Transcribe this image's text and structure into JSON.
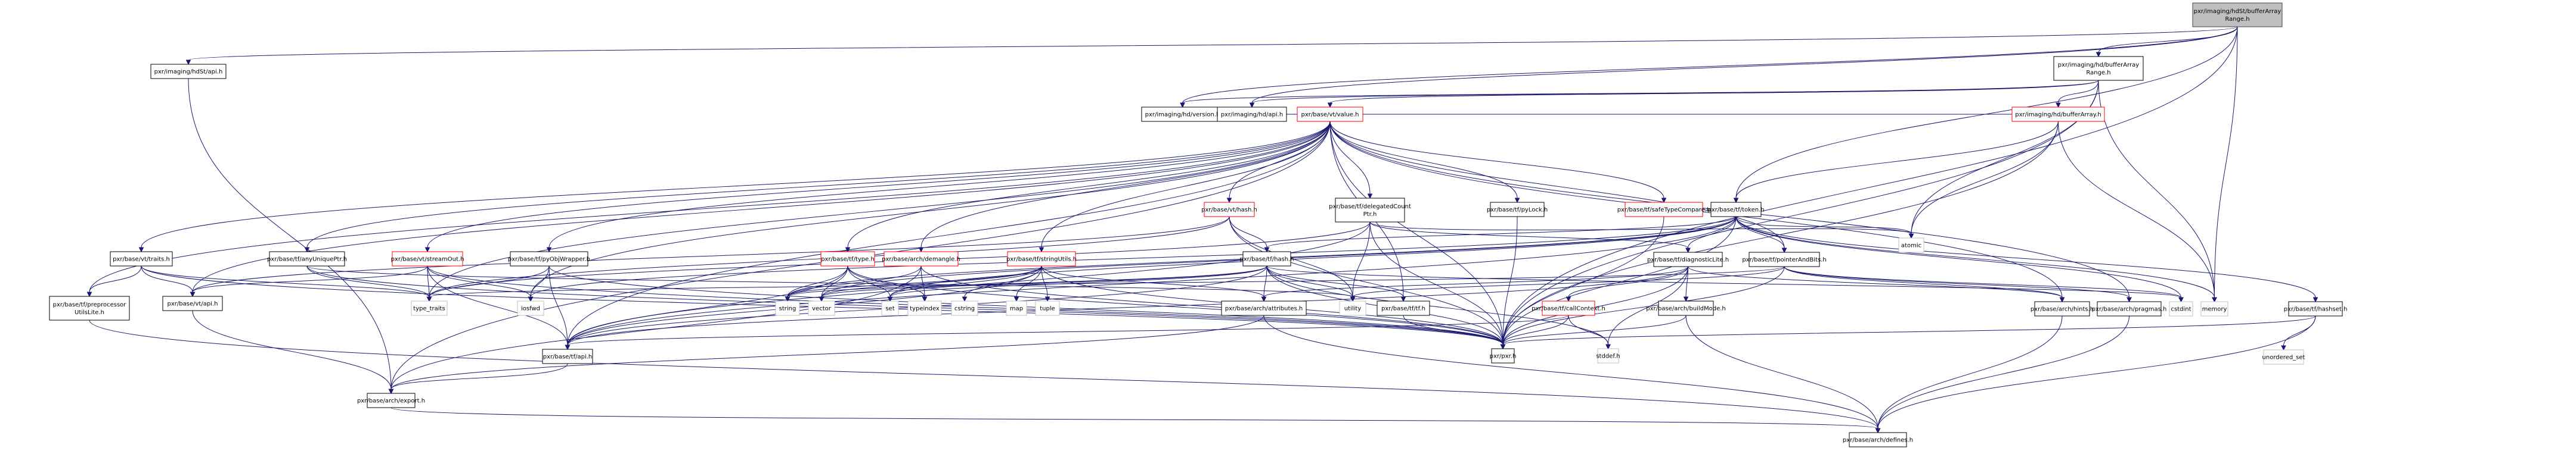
{
  "graph": {
    "title": "pxr/imaging/hdSt/bufferArrayRange.h include dependency graph",
    "edge_color": "#191970",
    "truncated_border_color": "#ff0000",
    "root_fill": "#bfbfbf",
    "nodes": [
      {
        "id": "root",
        "lines": [
          "pxr/imaging/hdSt/bufferArray",
          "Range.h"
        ],
        "kind": "root"
      },
      {
        "id": "hdst_api",
        "lines": [
          "pxr/imaging/hdSt/api.h"
        ],
        "kind": "normal"
      },
      {
        "id": "hd_bar",
        "lines": [
          "pxr/imaging/hd/bufferArray",
          "Range.h"
        ],
        "kind": "normal"
      },
      {
        "id": "hd_ba",
        "lines": [
          "pxr/imaging/hd/bufferArray.h"
        ],
        "kind": "truncated"
      },
      {
        "id": "hd_version",
        "lines": [
          "pxr/imaging/hd/version.h"
        ],
        "kind": "normal"
      },
      {
        "id": "hd_api",
        "lines": [
          "pxr/imaging/hd/api.h"
        ],
        "kind": "normal"
      },
      {
        "id": "vt_value",
        "lines": [
          "pxr/base/vt/value.h"
        ],
        "kind": "truncated"
      },
      {
        "id": "tf_token",
        "lines": [
          "pxr/base/tf/token.h"
        ],
        "kind": "normal"
      },
      {
        "id": "vt_hash",
        "lines": [
          "pxr/base/vt/hash.h"
        ],
        "kind": "truncated"
      },
      {
        "id": "tf_dcp",
        "lines": [
          "pxr/base/tf/delegatedCount",
          "Ptr.h"
        ],
        "kind": "normal"
      },
      {
        "id": "tf_pylock",
        "lines": [
          "pxr/base/tf/pyLock.h"
        ],
        "kind": "normal"
      },
      {
        "id": "tf_stc",
        "lines": [
          "pxr/base/tf/safeTypeCompare.h"
        ],
        "kind": "truncated"
      },
      {
        "id": "atomic",
        "lines": [
          "atomic"
        ],
        "kind": "system"
      },
      {
        "id": "vt_traits",
        "lines": [
          "pxr/base/vt/traits.h"
        ],
        "kind": "normal"
      },
      {
        "id": "tf_aup",
        "lines": [
          "pxr/base/tf/anyUniquePtr.h"
        ],
        "kind": "normal"
      },
      {
        "id": "vt_streamout",
        "lines": [
          "pxr/base/vt/streamOut.h"
        ],
        "kind": "truncated"
      },
      {
        "id": "tf_pyobj",
        "lines": [
          "pxr/base/tf/pyObjWrapper.h"
        ],
        "kind": "normal"
      },
      {
        "id": "tf_type",
        "lines": [
          "pxr/base/tf/type.h"
        ],
        "kind": "truncated"
      },
      {
        "id": "arch_demangle",
        "lines": [
          "pxr/base/arch/demangle.h"
        ],
        "kind": "truncated"
      },
      {
        "id": "tf_stringutils",
        "lines": [
          "pxr/base/tf/stringUtils.h"
        ],
        "kind": "truncated"
      },
      {
        "id": "tf_hash",
        "lines": [
          "pxr/base/tf/hash.h"
        ],
        "kind": "normal"
      },
      {
        "id": "tf_diaglite",
        "lines": [
          "pxr/base/tf/diagnosticLite.h"
        ],
        "kind": "normal"
      },
      {
        "id": "tf_pab",
        "lines": [
          "pxr/base/tf/pointerAndBits.h"
        ],
        "kind": "normal"
      },
      {
        "id": "tf_ppul",
        "lines": [
          "pxr/base/tf/preprocessor",
          "UtilsLite.h"
        ],
        "kind": "normal"
      },
      {
        "id": "vt_api",
        "lines": [
          "pxr/base/vt/api.h"
        ],
        "kind": "normal"
      },
      {
        "id": "type_traits",
        "lines": [
          "type_traits"
        ],
        "kind": "system"
      },
      {
        "id": "iosfwd",
        "lines": [
          "iosfwd"
        ],
        "kind": "system"
      },
      {
        "id": "string",
        "lines": [
          "string"
        ],
        "kind": "system"
      },
      {
        "id": "vector",
        "lines": [
          "vector"
        ],
        "kind": "system"
      },
      {
        "id": "set",
        "lines": [
          "set"
        ],
        "kind": "system"
      },
      {
        "id": "typeindex",
        "lines": [
          "typeindex"
        ],
        "kind": "system"
      },
      {
        "id": "cstring",
        "lines": [
          "cstring"
        ],
        "kind": "system"
      },
      {
        "id": "map",
        "lines": [
          "map"
        ],
        "kind": "system"
      },
      {
        "id": "tuple",
        "lines": [
          "tuple"
        ],
        "kind": "system"
      },
      {
        "id": "arch_attr",
        "lines": [
          "pxr/base/arch/attributes.h"
        ],
        "kind": "normal"
      },
      {
        "id": "utility",
        "lines": [
          "utility"
        ],
        "kind": "system"
      },
      {
        "id": "tf_tf",
        "lines": [
          "pxr/base/tf/tf.h"
        ],
        "kind": "normal"
      },
      {
        "id": "tf_callctx",
        "lines": [
          "pxr/base/tf/callContext.h"
        ],
        "kind": "truncated"
      },
      {
        "id": "arch_buildmode",
        "lines": [
          "pxr/base/arch/buildMode.h"
        ],
        "kind": "normal"
      },
      {
        "id": "arch_hints",
        "lines": [
          "pxr/base/arch/hints.h"
        ],
        "kind": "normal"
      },
      {
        "id": "arch_pragmas",
        "lines": [
          "pxr/base/arch/pragmas.h"
        ],
        "kind": "normal"
      },
      {
        "id": "cstdint",
        "lines": [
          "cstdint"
        ],
        "kind": "system"
      },
      {
        "id": "memory",
        "lines": [
          "memory"
        ],
        "kind": "system"
      },
      {
        "id": "tf_hashset",
        "lines": [
          "pxr/base/tf/hashset.h"
        ],
        "kind": "normal"
      },
      {
        "id": "unordered_set",
        "lines": [
          "unordered_set"
        ],
        "kind": "system"
      },
      {
        "id": "tf_api",
        "lines": [
          "pxr/base/tf/api.h"
        ],
        "kind": "normal"
      },
      {
        "id": "pxr",
        "lines": [
          "pxr/pxr.h"
        ],
        "kind": "normal"
      },
      {
        "id": "stddef",
        "lines": [
          "stddef.h"
        ],
        "kind": "system"
      },
      {
        "id": "arch_export",
        "lines": [
          "pxr/base/arch/export.h"
        ],
        "kind": "normal"
      },
      {
        "id": "arch_defines",
        "lines": [
          "pxr/base/arch/defines.h"
        ],
        "kind": "normal"
      }
    ],
    "edges": [
      [
        "root",
        "hdst_api"
      ],
      [
        "root",
        "hd_bar"
      ],
      [
        "root",
        "hd_version"
      ],
      [
        "root",
        "hd_api"
      ],
      [
        "root",
        "tf_token"
      ],
      [
        "root",
        "memory"
      ],
      [
        "root",
        "pxr"
      ],
      [
        "hdst_api",
        "arch_export"
      ],
      [
        "hd_bar",
        "hd_ba"
      ],
      [
        "hd_bar",
        "hd_version"
      ],
      [
        "hd_bar",
        "hd_api"
      ],
      [
        "hd_bar",
        "vt_value"
      ],
      [
        "hd_bar",
        "pxr"
      ],
      [
        "hd_bar",
        "memory"
      ],
      [
        "hd_bar",
        "atomic"
      ],
      [
        "hd_ba",
        "hd_version"
      ],
      [
        "hd_ba",
        "hd_api"
      ],
      [
        "hd_ba",
        "vt_value"
      ],
      [
        "hd_ba",
        "tf_token"
      ],
      [
        "hd_ba",
        "memory"
      ],
      [
        "hd_ba",
        "atomic"
      ],
      [
        "hd_ba",
        "pxr"
      ],
      [
        "vt_value",
        "vt_hash"
      ],
      [
        "vt_value",
        "tf_dcp"
      ],
      [
        "vt_value",
        "tf_pylock"
      ],
      [
        "vt_value",
        "tf_stc"
      ],
      [
        "vt_value",
        "vt_traits"
      ],
      [
        "vt_value",
        "tf_aup"
      ],
      [
        "vt_value",
        "vt_streamout"
      ],
      [
        "vt_value",
        "tf_pyobj"
      ],
      [
        "vt_value",
        "tf_type"
      ],
      [
        "vt_value",
        "arch_demangle"
      ],
      [
        "vt_value",
        "tf_stringutils"
      ],
      [
        "vt_value",
        "tf_pab"
      ],
      [
        "vt_value",
        "vt_api"
      ],
      [
        "vt_value",
        "tf_ppul"
      ],
      [
        "vt_value",
        "type_traits"
      ],
      [
        "vt_value",
        "iosfwd"
      ],
      [
        "vt_value",
        "tf_tf"
      ],
      [
        "vt_value",
        "arch_hints"
      ],
      [
        "vt_value",
        "arch_pragmas"
      ],
      [
        "vt_value",
        "tf_api"
      ],
      [
        "vt_value",
        "arch_export"
      ],
      [
        "vt_value",
        "pxr"
      ],
      [
        "tf_token",
        "tf_diaglite"
      ],
      [
        "tf_token",
        "tf_pab"
      ],
      [
        "tf_token",
        "tf_hashset"
      ],
      [
        "tf_token",
        "atomic"
      ],
      [
        "tf_token",
        "string"
      ],
      [
        "tf_token",
        "vector"
      ],
      [
        "tf_token",
        "set"
      ],
      [
        "tf_token",
        "iosfwd"
      ],
      [
        "tf_token",
        "tf_hash"
      ],
      [
        "tf_token",
        "tf_api"
      ],
      [
        "tf_token",
        "pxr"
      ],
      [
        "tf_token",
        "memory"
      ],
      [
        "tf_token",
        "cstdint"
      ],
      [
        "vt_hash",
        "tf_hash"
      ],
      [
        "vt_hash",
        "vt_api"
      ],
      [
        "vt_hash",
        "type_traits"
      ],
      [
        "vt_hash",
        "utility"
      ],
      [
        "vt_hash",
        "pxr"
      ],
      [
        "tf_dcp",
        "tf_diaglite"
      ],
      [
        "tf_dcp",
        "utility"
      ],
      [
        "tf_dcp",
        "tf_api"
      ],
      [
        "tf_dcp",
        "pxr"
      ],
      [
        "tf_dcp",
        "atomic"
      ],
      [
        "tf_dcp",
        "type_traits"
      ],
      [
        "tf_pylock",
        "pxr"
      ],
      [
        "tf_stc",
        "pxr"
      ],
      [
        "vt_traits",
        "tf_ppul"
      ],
      [
        "vt_traits",
        "vt_api"
      ],
      [
        "vt_traits",
        "type_traits"
      ],
      [
        "vt_traits",
        "pxr"
      ],
      [
        "tf_aup",
        "type_traits"
      ],
      [
        "tf_aup",
        "utility"
      ],
      [
        "tf_aup",
        "pxr"
      ],
      [
        "vt_streamout",
        "vt_api"
      ],
      [
        "vt_streamout",
        "type_traits"
      ],
      [
        "vt_streamout",
        "iosfwd"
      ],
      [
        "vt_streamout",
        "tf_api"
      ],
      [
        "vt_streamout",
        "pxr"
      ],
      [
        "tf_pyobj",
        "type_traits"
      ],
      [
        "tf_pyobj",
        "iosfwd"
      ],
      [
        "tf_pyobj",
        "tf_api"
      ],
      [
        "tf_pyobj",
        "pxr"
      ],
      [
        "tf_type",
        "string"
      ],
      [
        "tf_type",
        "vector"
      ],
      [
        "tf_type",
        "set"
      ],
      [
        "tf_type",
        "typeindex"
      ],
      [
        "tf_type",
        "tf_api"
      ],
      [
        "tf_type",
        "pxr"
      ],
      [
        "arch_demangle",
        "typeindex"
      ],
      [
        "arch_demangle",
        "string"
      ],
      [
        "arch_demangle",
        "arch_export"
      ],
      [
        "arch_demangle",
        "pxr"
      ],
      [
        "tf_stringutils",
        "cstring"
      ],
      [
        "tf_stringutils",
        "map"
      ],
      [
        "tf_stringutils",
        "tuple"
      ],
      [
        "tf_stringutils",
        "set"
      ],
      [
        "tf_stringutils",
        "string"
      ],
      [
        "tf_stringutils",
        "vector"
      ],
      [
        "tf_stringutils",
        "arch_attr"
      ],
      [
        "tf_stringutils",
        "tf_api"
      ],
      [
        "tf_stringutils",
        "pxr"
      ],
      [
        "tf_hash",
        "arch_attr"
      ],
      [
        "tf_hash",
        "utility"
      ],
      [
        "tf_hash",
        "tf_tf"
      ],
      [
        "tf_hash",
        "string"
      ],
      [
        "tf_hash",
        "vector"
      ],
      [
        "tf_hash",
        "set"
      ],
      [
        "tf_hash",
        "tf_api"
      ],
      [
        "tf_hash",
        "pxr"
      ],
      [
        "tf_hash",
        "stddef"
      ],
      [
        "tf_hash",
        "cstdint"
      ],
      [
        "tf_diaglite",
        "tf_callctx"
      ],
      [
        "tf_diaglite",
        "arch_buildmode"
      ],
      [
        "tf_diaglite",
        "arch_hints"
      ],
      [
        "tf_diaglite",
        "arch_attr"
      ],
      [
        "tf_diaglite",
        "tf_api"
      ],
      [
        "tf_diaglite",
        "pxr"
      ],
      [
        "tf_diaglite",
        "stddef"
      ],
      [
        "tf_pab",
        "arch_pragmas"
      ],
      [
        "tf_pab",
        "arch_hints"
      ],
      [
        "tf_pab",
        "type_traits"
      ],
      [
        "tf_pab",
        "utility"
      ],
      [
        "tf_pab",
        "cstdint"
      ],
      [
        "tf_pab",
        "pxr"
      ],
      [
        "tf_hashset",
        "unordered_set"
      ],
      [
        "tf_hashset",
        "pxr"
      ],
      [
        "tf_hashset",
        "arch_defines"
      ],
      [
        "tf_callctx",
        "pxr"
      ],
      [
        "tf_callctx",
        "stddef"
      ],
      [
        "tf_callctx",
        "tf_api"
      ],
      [
        "arch_buildmode",
        "pxr"
      ],
      [
        "arch_buildmode",
        "arch_defines"
      ],
      [
        "arch_hints",
        "arch_defines"
      ],
      [
        "arch_pragmas",
        "arch_defines"
      ],
      [
        "arch_attr",
        "arch_export"
      ],
      [
        "arch_attr",
        "arch_defines"
      ],
      [
        "vt_api",
        "arch_export"
      ],
      [
        "tf_api",
        "arch_export"
      ],
      [
        "tf_ppul",
        "arch_defines"
      ],
      [
        "arch_export",
        "arch_defines"
      ],
      [
        "tf_tf",
        "pxr"
      ]
    ]
  }
}
